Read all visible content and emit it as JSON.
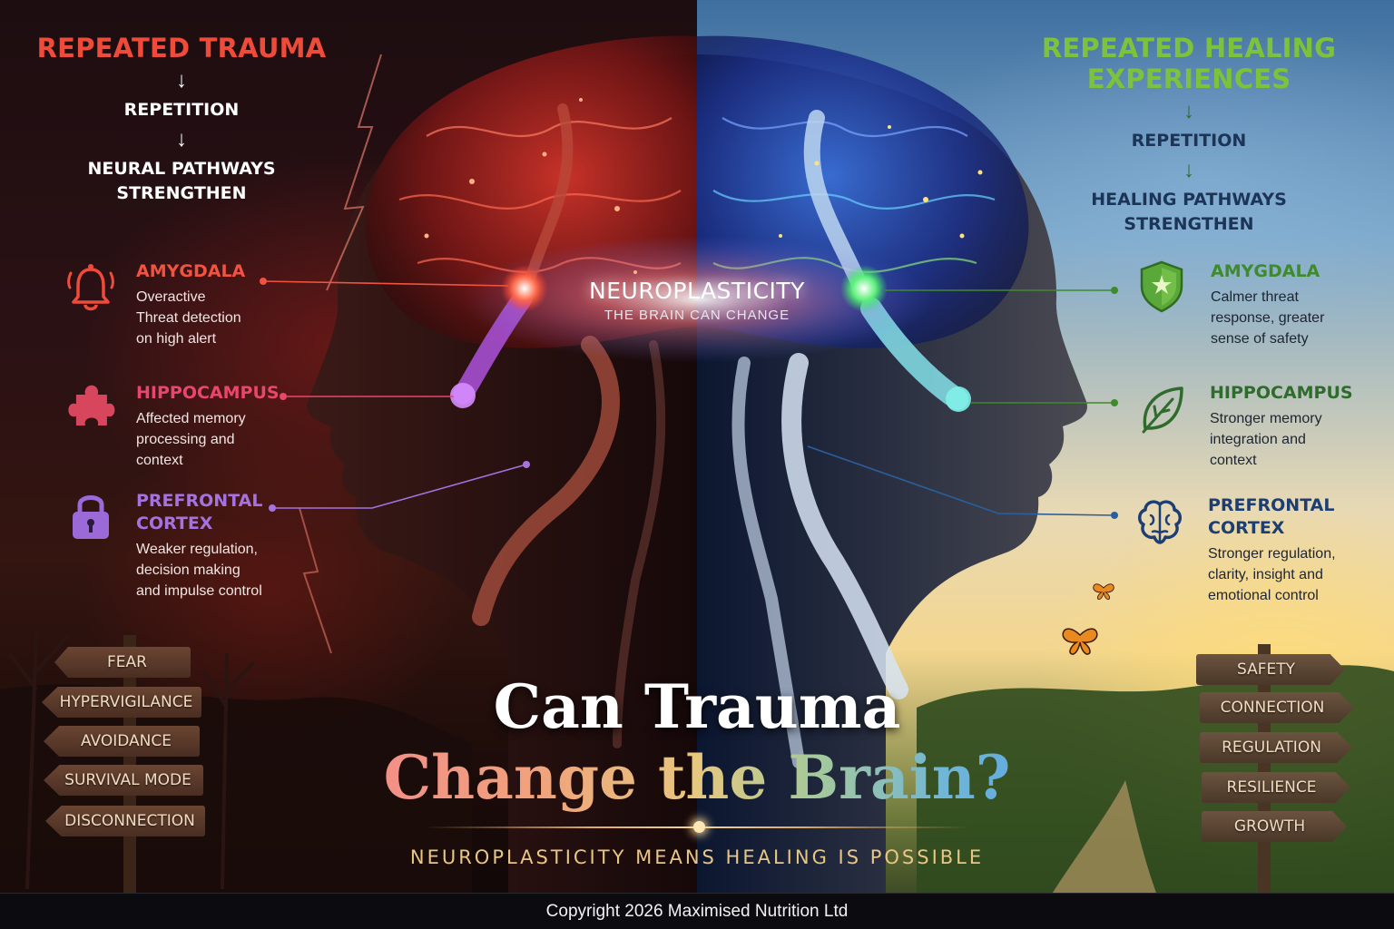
{
  "left_header": {
    "title": "REPEATED TRAUMA",
    "arrow": "↓",
    "step1": "REPETITION",
    "step2_line1": "NEURAL PATHWAYS",
    "step2_line2": "STRENGTHEN"
  },
  "right_header": {
    "title_line1": "REPEATED HEALING",
    "title_line2": "EXPERIENCES",
    "arrow": "↓",
    "step1": "REPETITION",
    "step2_line1": "HEALING PATHWAYS",
    "step2_line2": "STRENGTHEN"
  },
  "left_regions": [
    {
      "title": "AMYGDALA",
      "desc": [
        "Overactive",
        "Threat detection",
        "on high alert"
      ],
      "icon": "bell-icon"
    },
    {
      "title": "HIPPOCAMPUS",
      "desc": [
        "Affected memory",
        "processing and",
        "context"
      ],
      "icon": "puzzle-icon"
    },
    {
      "title_line1": "PREFRONTAL",
      "title_line2": "CORTEX",
      "desc": [
        "Weaker regulation,",
        "decision making",
        "and impulse control"
      ],
      "icon": "lock-icon"
    }
  ],
  "right_regions": [
    {
      "title": "AMYGDALA",
      "desc": [
        "Calmer threat",
        "response, greater",
        "sense of safety"
      ],
      "icon": "shield-icon"
    },
    {
      "title": "HIPPOCAMPUS",
      "desc": [
        "Stronger memory",
        "integration and",
        "context"
      ],
      "icon": "leaf-icon"
    },
    {
      "title_line1": "PREFRONTAL",
      "title_line2": "CORTEX",
      "desc": [
        "Stronger regulation,",
        "clarity, insight and",
        "emotional control"
      ],
      "icon": "brain-icon"
    }
  ],
  "center": {
    "title": "NEUROPLASTICITY",
    "subtitle": "THE BRAIN CAN CHANGE"
  },
  "main_title": {
    "line1": "Can Trauma",
    "line2": "Change the Brain?"
  },
  "subtitle": "NEUROPLASTICITY MEANS HEALING IS POSSIBLE",
  "left_signs": [
    "FEAR",
    "HYPERVIGILANCE",
    "AVOIDANCE",
    "SURVIVAL MODE",
    "DISCONNECTION"
  ],
  "right_signs": [
    "SAFETY",
    "CONNECTION",
    "REGULATION",
    "RESILIENCE",
    "GROWTH"
  ],
  "footer": "Copyright 2026 Maximised Nutrition Ltd",
  "colors": {
    "trauma_red": "#ef4b3b",
    "healing_green": "#7cc23a",
    "healing_navy": "#1c3456",
    "gold_subtitle": "#e8c684"
  }
}
